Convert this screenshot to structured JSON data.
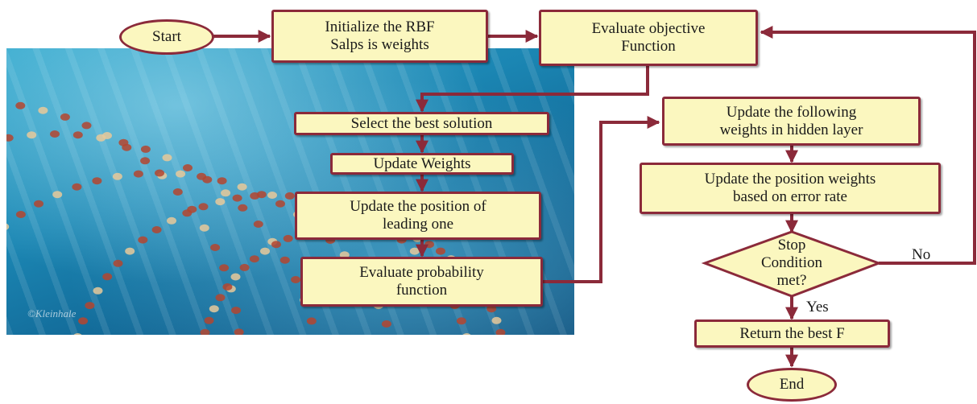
{
  "flowchart": {
    "start": "Start",
    "init": "Initialize the RBF\nSalps  is weights",
    "evaluate_objective": "Evaluate objective\nFunction",
    "select_best": "Select the best solution",
    "update_weights": "Update Weights",
    "update_position_leading": "Update the position of\nleading one",
    "evaluate_probability": "Evaluate probability\nfunction",
    "update_following": "Update the following\nweights in hidden layer",
    "update_position_weights": "Update the position weights\nbased on error rate",
    "stop_condition": "Stop\nCondition\nmet?",
    "no_label": "No",
    "yes_label": "Yes",
    "return_best": "Return the best F",
    "end": "End"
  },
  "photo": {
    "watermark": "©Kleinhale"
  },
  "colors": {
    "box_fill": "#fbf7bf",
    "border": "#8b2a3a",
    "arrow": "#8b2a3a"
  }
}
